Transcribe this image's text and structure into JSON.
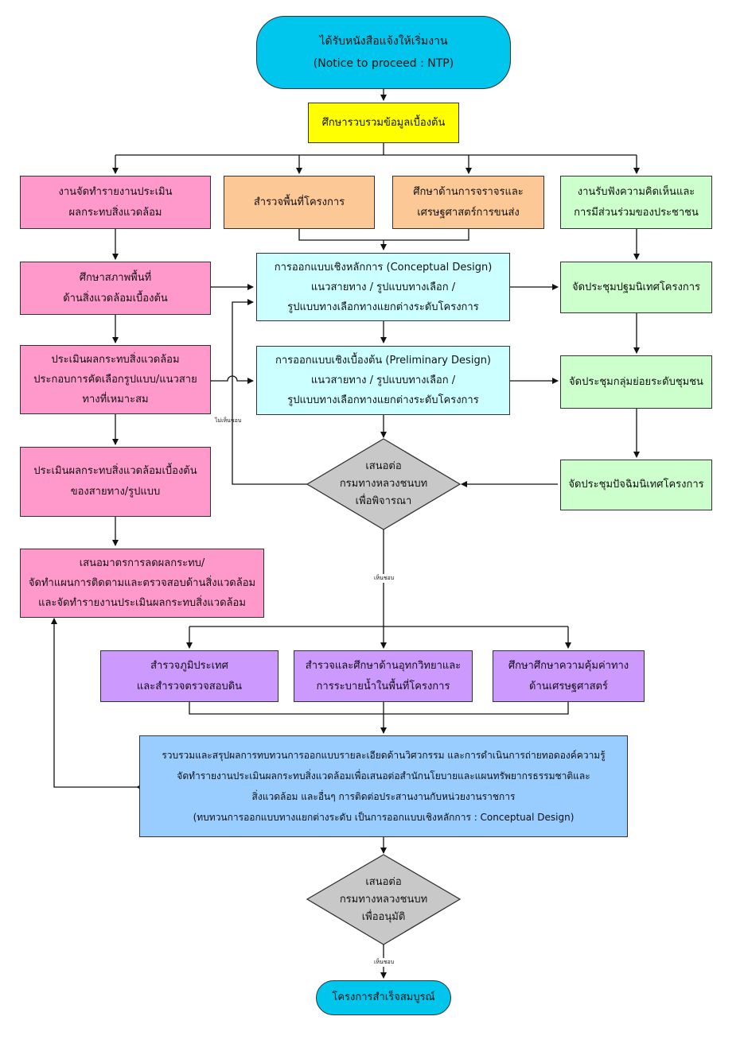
{
  "nodes": {
    "start": {
      "line1": "ได้รับหนังสือแจ้งให้เริ่มงาน",
      "line2": "(Notice to proceed : NTP)"
    },
    "collect": {
      "line1": "ศึกษารวบรวมข้อมูลเบื้องต้น"
    },
    "eia_report": {
      "line1": "งานจัดทำรายงานประเมิน",
      "line2": "ผลกระทบสิ่งแวดล้อม"
    },
    "survey_area": {
      "line1": "สำรวจพื้นที่โครงการ"
    },
    "traffic_study": {
      "line1": "ศึกษาด้านการจราจรและ",
      "line2": "เศรษฐศาสตร์การขนส่ง"
    },
    "public_hearing": {
      "line1": "งานรับฟังความคิดเห็นและ",
      "line2": "การมีส่วนร่วมของประชาชน"
    },
    "env_baseline": {
      "line1": "ศึกษาสภาพพื้นที่",
      "line2": "ด้านสิ่งแวดล้อมเบื้องต้น"
    },
    "conceptual": {
      "line1": "การออกแบบเชิงหลักการ (Conceptual Design)",
      "line2": "แนวสายทาง / รูปแบบทางเลือก /",
      "line3": "รูปแบบทางเลือกทางแยกต่างระดับโครงการ"
    },
    "orientation": {
      "line1": "จัดประชุมปฐมนิเทศโครงการ"
    },
    "eval_impact": {
      "line1": "ประเมินผลกระทบสิ่งแวดล้อม",
      "line2": "ประกอบการคัดเลือกรูปแบบ/แนวสาย",
      "line3": "ทางที่เหมาะสม"
    },
    "preliminary": {
      "line1": "การออกแบบเชิงเบื้องต้น (Preliminary Design)",
      "line2": "แนวสายทาง / รูปแบบทางเลือก /",
      "line3": "รูปแบบทางเลือกทางแยกต่างระดับโครงการ"
    },
    "focus_group": {
      "line1": "จัดประชุมกลุ่มย่อยระดับชุมชน"
    },
    "prelim_eval": {
      "line1": "ประเมินผลกระทบสิ่งแวดล้อมเบื้องต้น",
      "line2": "ของสายทาง/รูปแบบ"
    },
    "decision1": {
      "line1": "เสนอต่อ",
      "line2": "กรมทางหลวงชนบท",
      "line3": "เพื่อพิจารณา"
    },
    "final_meeting": {
      "line1": "จัดประชุมปัจฉิมนิเทศโครงการ"
    },
    "mitigation": {
      "line1": "เสนอมาตรการลดผลกระทบ/",
      "line2": "จัดทำแผนการติดตามและตรวจสอบด้านสิ่งแวดล้อม",
      "line3": "และจัดทำรายงานประเมินผลกระทบสิ่งแวดล้อม"
    },
    "topo_survey": {
      "line1": "สำรวจภูมิประเทศ",
      "line2": "และสำรวจตรวจสอบดิน"
    },
    "hydrology": {
      "line1": "สำรวจและศึกษาด้านอุทกวิทยาและ",
      "line2": "การระบายน้ำในพื้นที่โครงการ"
    },
    "economics": {
      "line1": "ศึกษาศึกษาความคุ้มค่าทาง",
      "line2": "ด้านเศรษฐศาสตร์"
    },
    "summary": {
      "line1": "รวบรวมและสรุปผลการทบทวนการออกแบบรายละเอียดด้านวิศวกรรม และการดำเนินการถ่ายทอดองค์ความรู้",
      "line2": "จัดทำรายงานประเมินผลกระทบสิ่งแวดล้อมเพื่อเสนอต่อสำนักนโยบายและแผนทรัพยากรธรรมชาติและ",
      "line3": "สิ่งแวดล้อม  และอื่นๆ การติดต่อประสานงานกับหน่วยงานราชการ",
      "line4": "(ทบทวนการออกแบบทางแยกต่างระดับ เป็นการออกแบบเชิงหลักการ : Conceptual Design)"
    },
    "decision2": {
      "line1": "เสนอต่อ",
      "line2": "กรมทางหลวงชนบท",
      "line3": "เพื่ออนุมัติ"
    },
    "end": {
      "line1": "โครงการสำเร็จสมบูรณ์"
    }
  },
  "edge_labels": {
    "reject": "ไม่เห็นชอบ",
    "approve1": "เห็นชอบ",
    "approve2": "เห็นชอบ"
  },
  "colors": {
    "terminal": "#00c6ee",
    "yellow": "#ffff00",
    "pink": "#ff99cc",
    "orange": "#fcc896",
    "green": "#ccffcc",
    "cyan": "#ccffff",
    "purple": "#cc99ff",
    "blue": "#99ccff",
    "decision": "#c8c8c8"
  }
}
